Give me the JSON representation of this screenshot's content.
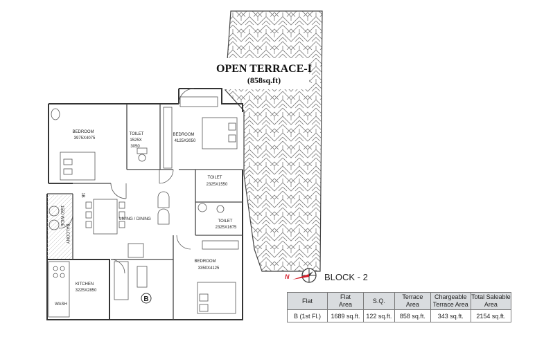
{
  "terrace": {
    "title": "OPEN TERRACE-I",
    "area": "(858sq.ft)"
  },
  "rooms": {
    "bedroom1_name": "BEDROOM",
    "bedroom1_size": "3975X4075",
    "toilet1_name": "TOILET",
    "toilet1_size_a": "1525X",
    "toilet1_size_b": "3050",
    "bedroom2_name": "BEDROOM",
    "bedroom2_size": "4125X3050",
    "toilet2_name": "TOILET",
    "toilet2_size": "2325X1550",
    "toilet3_name": "TOILET",
    "toilet3_size": "2325X1675",
    "living_name": "LIVING / DINING",
    "balcony_name": "BALCONY",
    "balcony_size": "1550 WIDE",
    "kitchen_name": "KITCHEN",
    "kitchen_size": "3225X2850",
    "wash_name": "WASH",
    "bedroom3_name": "BEDROOM",
    "bedroom3_size": "3350X4125",
    "flat_mark": "B",
    "step_mark": "1B"
  },
  "compass": {
    "north_letter": "N"
  },
  "block_label": "BLOCK - 2",
  "area_table": {
    "headers": [
      "Flat",
      "Flat\nArea",
      "S.Q.",
      "Terrace\nArea",
      "Chargeable\nTerrace Area",
      "Total Saleable\nArea"
    ],
    "row": [
      "B (1st Fl.)",
      "1689 sq.ft.",
      "122 sq.ft.",
      "858 sq.ft.",
      "343 sq.ft.",
      "2154 sq.ft."
    ]
  },
  "colors": {
    "compass_red": "#d51f2b",
    "wall": "#333333",
    "table_header_bg": "#d9dcdf"
  }
}
